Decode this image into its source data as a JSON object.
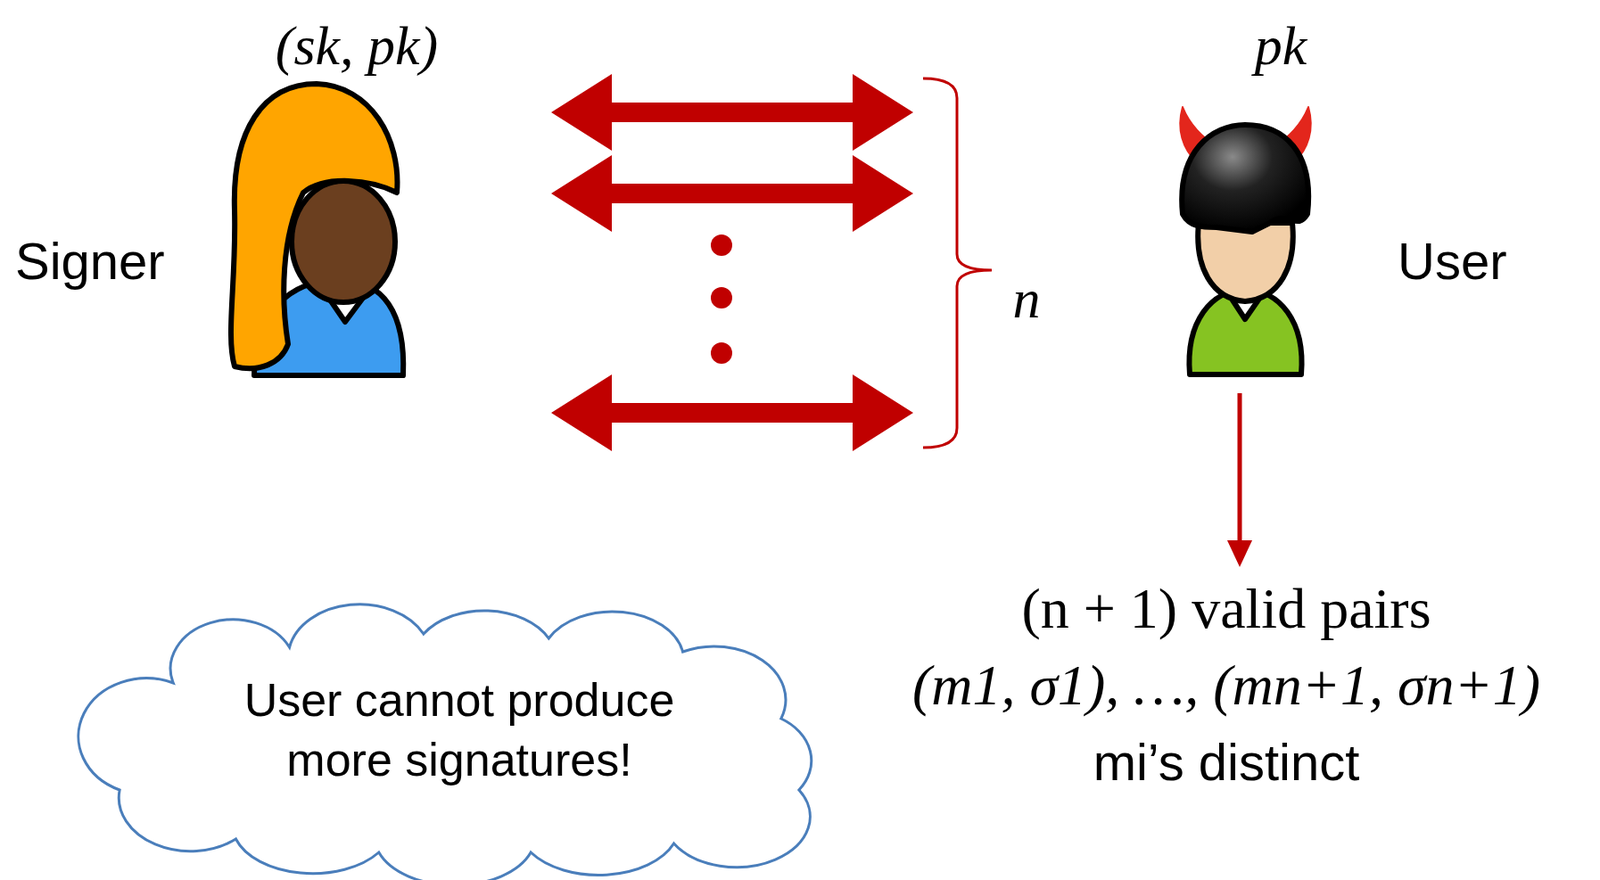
{
  "diagram": {
    "nodes": [
      {
        "text": [
          "(sk, pk)",
          "Signer"
        ]
      },
      {
        "text": [
          "pk",
          "User"
        ]
      },
      {
        "text": [
          "(n + 1) valid pairs",
          "(m1, σ1), …, (mn+1, σn+1)",
          "mi’s distinct"
        ]
      },
      {
        "text": [
          "User cannot produce more signatures!"
        ]
      }
    ],
    "edges": [
      {
        "from": 0,
        "to": 1,
        "arrow": "both"
      },
      {
        "from": 0,
        "to": 1,
        "arrow": "both"
      },
      {
        "from": 0,
        "to": 1,
        "arrow": "both"
      },
      {
        "from": 1,
        "to": 2,
        "arrow": "to"
      }
    ],
    "labels": [
      "n"
    ]
  }
}
